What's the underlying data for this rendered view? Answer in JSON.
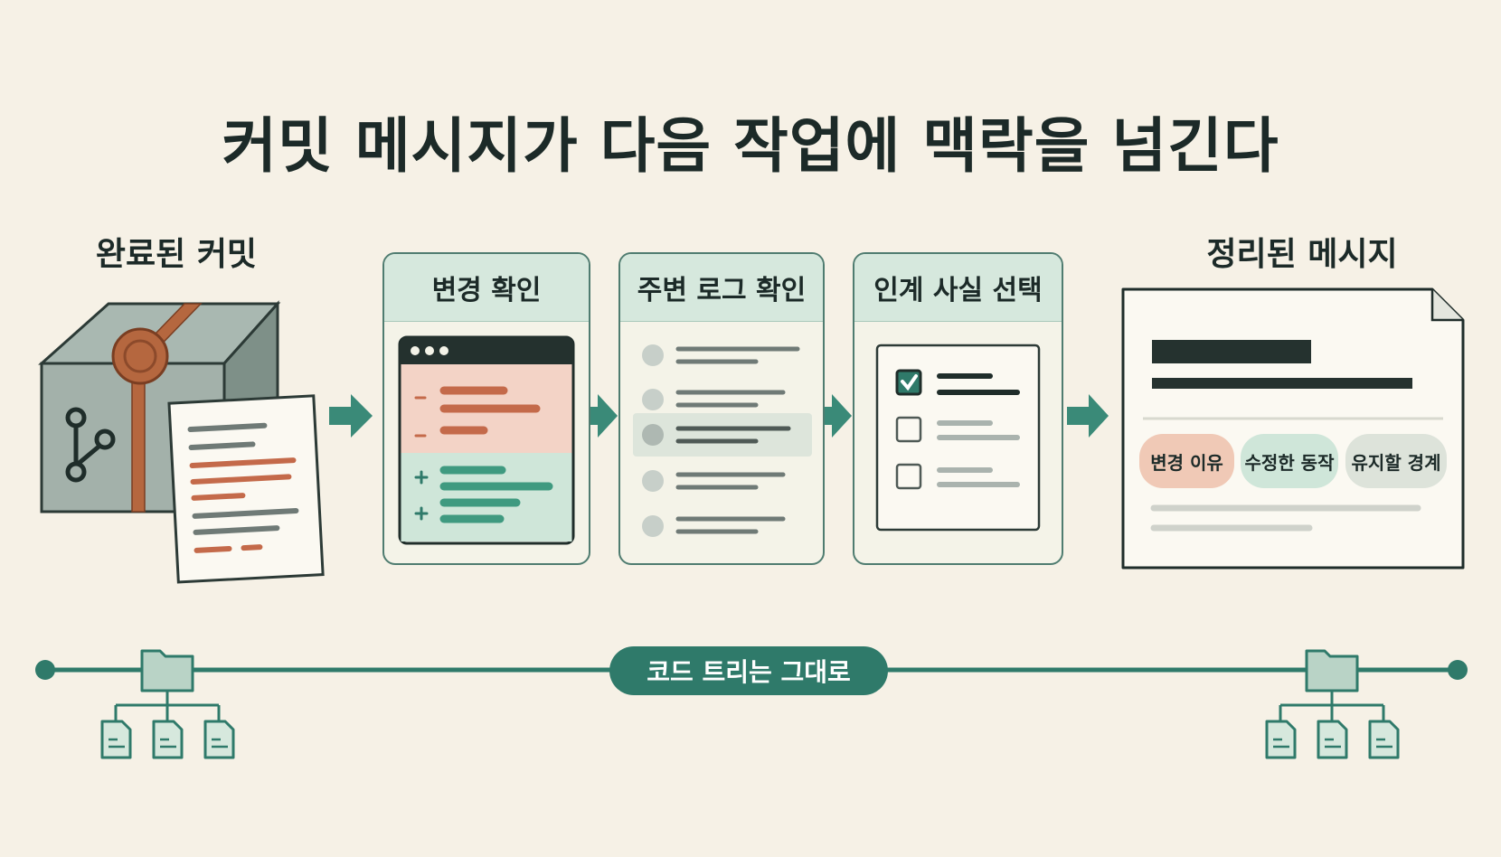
{
  "title": "커밋 메시지가 다음 작업에 맥락을 넘긴다",
  "left_label": "완료된 커밋",
  "right_label": "정리된 메시지",
  "steps": [
    {
      "label": "변경 확인"
    },
    {
      "label": "주변 로그 확인"
    },
    {
      "label": "인계 사실 선택"
    }
  ],
  "message_chips": [
    "변경 이유",
    "수정한 동작",
    "유지할 경계"
  ],
  "baseline_label": "코드 트리는 그대로",
  "colors": {
    "background": "#f6f1e6",
    "teal": "#2f7a6a",
    "removed": "#f3d3c6",
    "added": "#cfe6d9",
    "chip_reason": "#f0c9b6",
    "chip_action": "#cfe6d9",
    "chip_keep": "#dde3da"
  },
  "icons": [
    "git-branch-icon",
    "wax-seal-icon",
    "folder-icon",
    "file-icon",
    "checkbox-icon",
    "arrow-right-icon",
    "window-dots-icon"
  ]
}
